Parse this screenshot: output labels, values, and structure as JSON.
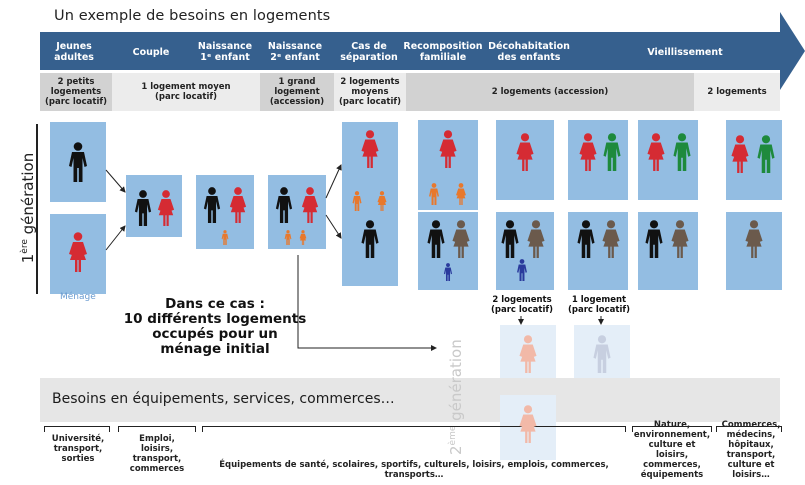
{
  "title": "Un exemple de besoins en logements",
  "colors": {
    "timeline": "#36608e",
    "card": "#93bde2",
    "man": "#111111",
    "woman": "#d52b33",
    "child_orange": "#e8782c",
    "child_blue": "#2a3a9c",
    "elder_man": "#1e8a3c",
    "elder_woman": "#d52b33",
    "partner_brown": "#6b5a4c"
  },
  "stages": [
    {
      "label_1": "Jeunes",
      "label_2": "adultes"
    },
    {
      "label_1": "Couple",
      "label_2": ""
    },
    {
      "label_1": "Naissance",
      "label_2": "1ᵉ enfant"
    },
    {
      "label_1": "Naissance",
      "label_2": "2ᵉ enfant"
    },
    {
      "label_1": "Cas de",
      "label_2": "séparation"
    },
    {
      "label_1": "Recomposition",
      "label_2": "familiale"
    },
    {
      "label_1": "Décohabitation",
      "label_2": "des enfants"
    },
    {
      "label_1": "Vieillissement",
      "label_2": ""
    }
  ],
  "needs": [
    {
      "line_1": "2 petits",
      "line_2": "logements",
      "line_3": "(parc locatif)"
    },
    {
      "line_1": "1 logement moyen",
      "line_2": "(parc locatif)",
      "line_3": ""
    },
    {
      "line_1": "1 grand",
      "line_2": "logement",
      "line_3": "(accession)"
    },
    {
      "line_1": "2 logements",
      "line_2": "moyens",
      "line_3": "(parc locatif)"
    },
    {
      "line_1": "2 logements (accession)",
      "line_2": "",
      "line_3": ""
    },
    {
      "line_1": "2 logements",
      "line_2": "",
      "line_3": ""
    }
  ],
  "generation_1": {
    "prefix": "1",
    "sup": "ère",
    "suffix": " génération"
  },
  "generation_2": {
    "prefix": "2",
    "sup": "ème",
    "suffix": " génération"
  },
  "menage_label": "Ménage",
  "case_text": {
    "line_1": "Dans ce cas :",
    "line_2": "10 différents logements",
    "line_3": "occupés pour un",
    "line_4": "ménage initial"
  },
  "decohab_notes": [
    {
      "line_1": "2 logements",
      "line_2": "(parc locatif)"
    },
    {
      "line_1": "1 logement",
      "line_2": "(parc locatif)"
    }
  ],
  "equipment_band": "Besoins en équipements, services, commerces…",
  "bottom": [
    {
      "line_1": "Université,",
      "line_2": "transport,",
      "line_3": "sorties",
      "line_4": "",
      "line_5": ""
    },
    {
      "line_1": "Emploi,",
      "line_2": "loisirs,",
      "line_3": "transport,",
      "line_4": "commerces",
      "line_5": ""
    },
    {
      "line_1": "Équipements de santé, scolaires, sportifs, culturels, loisirs, emplois, commerces,",
      "line_2": "transports…",
      "line_3": "",
      "line_4": "",
      "line_5": ""
    },
    {
      "line_1": "Nature,",
      "line_2": "environnement,",
      "line_3": "culture et",
      "line_4": "loisirs,",
      "line_5": "commerces, équipements"
    },
    {
      "line_1": "Commerces,",
      "line_2": "médecins,",
      "line_3": "hôpitaux,",
      "line_4": "transport,",
      "line_5": "culture et loisirs…"
    }
  ]
}
